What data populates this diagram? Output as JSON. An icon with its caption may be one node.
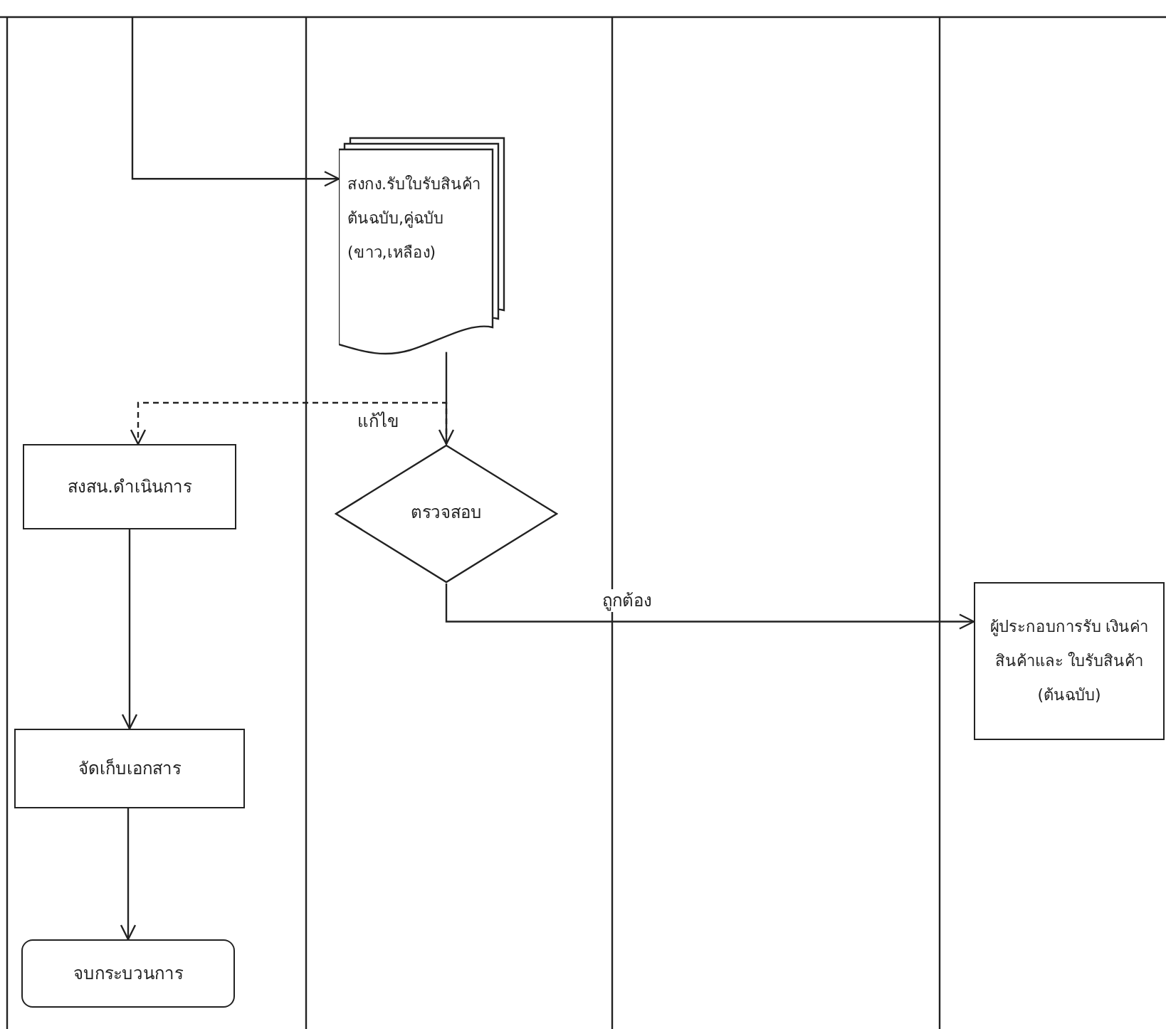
{
  "diagram": {
    "nodes": [
      {
        "text": [
          "สงกง.รับใบรับสินค้า ต้นฉบับ,คู่ฉบับ (ขาว,เหลือง)"
        ]
      },
      {
        "text": [
          "ตรวจสอบ"
        ]
      },
      {
        "text": [
          "สงสน.ดำเนินการ"
        ]
      },
      {
        "text": [
          "จัดเก็บเอกสาร"
        ]
      },
      {
        "text": [
          "จบกระบวนการ"
        ]
      },
      {
        "text": [
          "ผู้ประกอบการรับ เงินค่าสินค้าและ ใบรับสินค้า (ต้นฉบับ)"
        ]
      }
    ],
    "edges": [
      {
        "from": null,
        "to": 0,
        "arrow": "to"
      },
      {
        "from": 0,
        "to": 1,
        "arrow": "to"
      },
      {
        "from": 1,
        "to": 2,
        "arrow": "to",
        "label": "แก้ไข",
        "style": "dashed"
      },
      {
        "from": 1,
        "to": 5,
        "arrow": "to",
        "label": "ถูกต้อง"
      },
      {
        "from": 2,
        "to": 3,
        "arrow": "to"
      },
      {
        "from": 3,
        "to": 4,
        "arrow": "to"
      }
    ]
  }
}
